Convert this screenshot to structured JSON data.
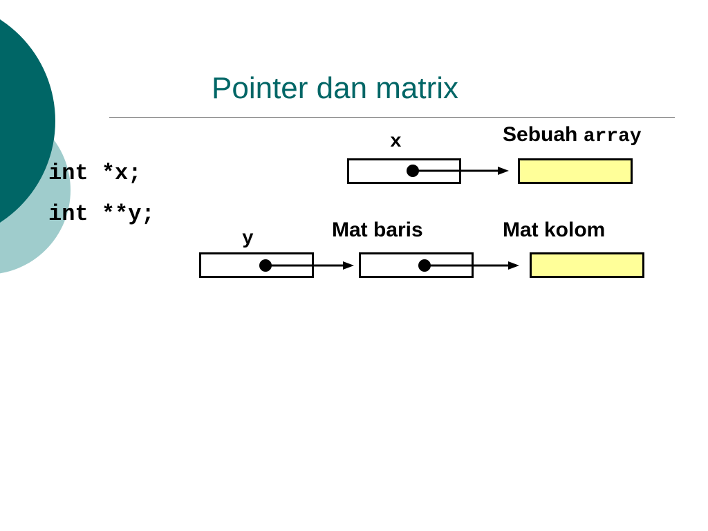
{
  "slide": {
    "title": "Pointer dan matrix",
    "code_lines": [
      "int *x;",
      "int **y;"
    ],
    "labels": {
      "x": "x",
      "sebuah": "Sebuah",
      "array": "array",
      "y": "y",
      "mat_baris": "Mat baris",
      "mat_kolom": "Mat kolom"
    }
  },
  "colors": {
    "title": "#006666",
    "deco_dark": "#006666",
    "deco_light": "#99cccc",
    "array_fill": "#ffff99"
  }
}
